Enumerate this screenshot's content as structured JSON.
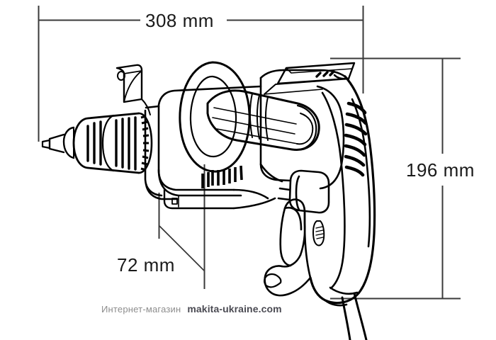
{
  "drawing": {
    "subject": "makita-hammer-drill-dimension-drawing",
    "background_color": "#ffffff",
    "line_color": "#000000",
    "dimension_line_color": "#3a3a3a"
  },
  "dimensions": {
    "width": {
      "label": "308 mm",
      "value": 308,
      "unit": "mm",
      "orientation": "horizontal"
    },
    "height": {
      "label": "196 mm",
      "value": 196,
      "unit": "mm",
      "orientation": "vertical"
    },
    "depth": {
      "label": "72 mm",
      "value": 72,
      "unit": "mm",
      "orientation": "leader"
    }
  },
  "watermark": {
    "shop_text": "Интернет-магазин",
    "site_text": "makita-ukraine.com",
    "shop_color": "#8d8d8d",
    "site_color": "#4a4a52"
  },
  "parts": {
    "chuck": "keyless-chuck",
    "depth_gauge": "depth-stop-bracket",
    "side_handle": "auxiliary-side-handle",
    "motor_housing": "motor-housing-vents",
    "top_plate": "top-nameplate",
    "trigger": "trigger-switch",
    "lock_button": "lock-on-button",
    "forward_reverse": "forward-reverse-selector",
    "grip": "pistol-grip-handle",
    "cord": "power-cord"
  }
}
